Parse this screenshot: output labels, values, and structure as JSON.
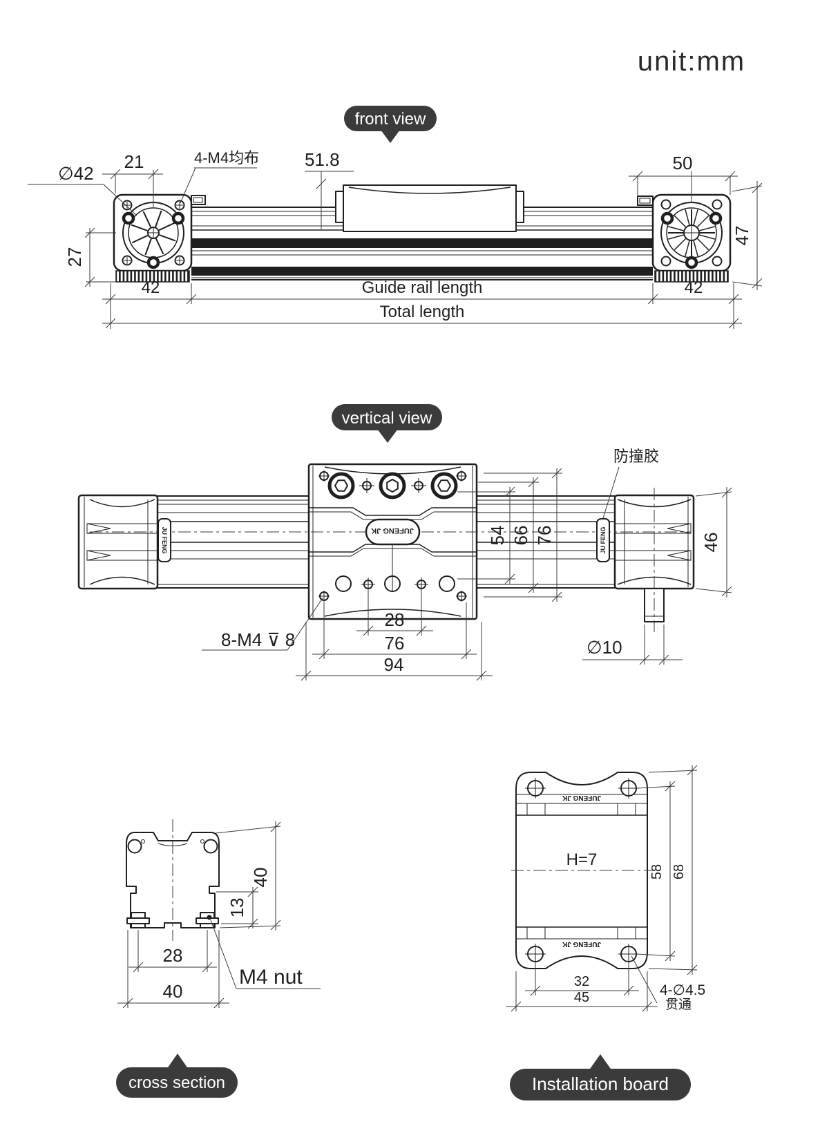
{
  "unit_label": "unit:mm",
  "colors": {
    "line": "#1f1f1f",
    "dim": "#3a3a3a",
    "badge_bg": "#3b3b3b",
    "badge_text": "#ffffff"
  },
  "front_view": {
    "badge": "front view",
    "dims": {
      "top_left_width": "21",
      "holes_note": "4-M4均布",
      "carriage_offset": "51.8",
      "top_right_width": "50",
      "pulley_dia": "∅42",
      "left_height": "27",
      "right_height": "47",
      "left_end": "42",
      "guide_rail": "Guide rail length",
      "right_end": "42",
      "total": "Total length"
    }
  },
  "vertical_view": {
    "badge": "vertical view",
    "bumper_note": "防撞胶",
    "logo_oval": "JUFENG JK",
    "logo_left": "JU FENG",
    "logo_right": "JU FENG",
    "dims": {
      "width_54": "54",
      "width_66": "66",
      "width_76": "76",
      "end_width": "46",
      "hole_pitch_28": "28",
      "hole_pitch_76": "76",
      "carriage_len": "94",
      "thread_note": "8-M4 ⊽ 8",
      "shaft_dia": "∅10"
    }
  },
  "cross_section": {
    "badge": "cross section",
    "dims": {
      "height_40": "40",
      "slot_13": "13",
      "pitch_28": "28",
      "width_40": "40",
      "nut_note": "M4 nut"
    }
  },
  "installation_board": {
    "badge": "Installation board",
    "center_note": "H=7",
    "logo_top": "JUFENG JK",
    "logo_bottom": "JUFENG JK",
    "dims": {
      "pitch_58": "58",
      "height_68": "68",
      "pitch_32": "32",
      "width_45": "45",
      "holes_note": "4-∅4.5",
      "through_note": "贯通"
    }
  }
}
